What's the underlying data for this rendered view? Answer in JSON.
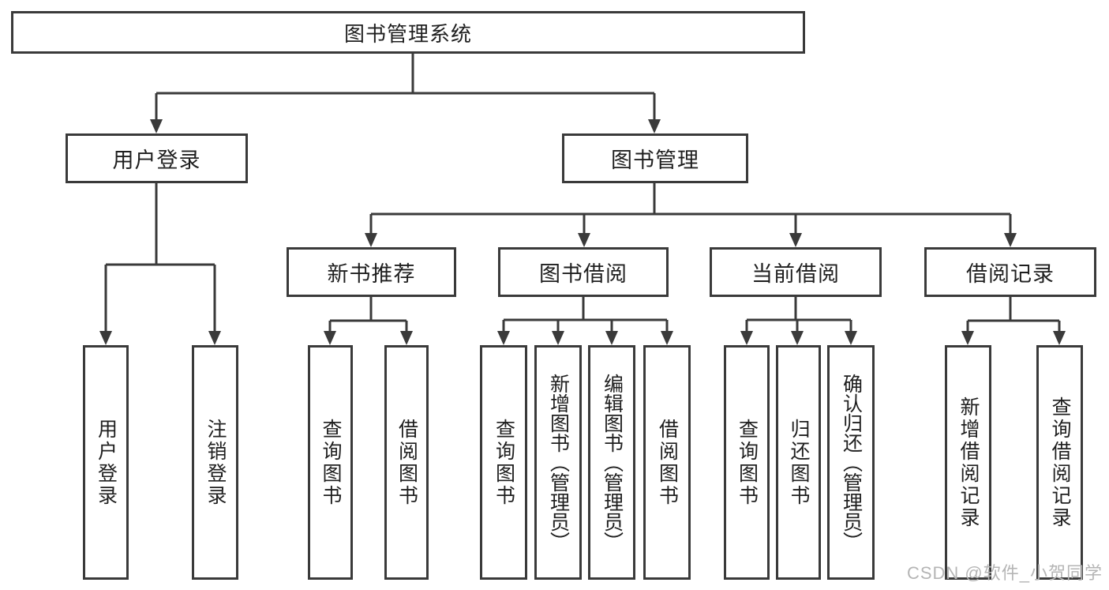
{
  "diagram": {
    "tree": {
      "label": "图书管理系统",
      "children": [
        {
          "label": "用户登录",
          "children": [
            {
              "label": "用户登录"
            },
            {
              "label": "注销登录"
            }
          ]
        },
        {
          "label": "图书管理",
          "children": [
            {
              "label": "新书推荐",
              "children": [
                {
                  "label": "查询图书"
                },
                {
                  "label": "借阅图书"
                }
              ]
            },
            {
              "label": "图书借阅",
              "children": [
                {
                  "label": "查询图书"
                },
                {
                  "label": "新增图书（管理员）"
                },
                {
                  "label": "编辑图书（管理员）"
                },
                {
                  "label": "借阅图书"
                }
              ]
            },
            {
              "label": "当前借阅",
              "children": [
                {
                  "label": "查询图书"
                },
                {
                  "label": "归还图书"
                },
                {
                  "label": "确认归还（管理员）"
                }
              ]
            },
            {
              "label": "借阅记录",
              "children": [
                {
                  "label": "新增借阅记录"
                },
                {
                  "label": "查询借阅记录"
                }
              ]
            }
          ]
        }
      ]
    },
    "colors": {
      "line": "#3a3a3a",
      "text": "#1f1f1f",
      "background": "#ffffff",
      "watermark": "#b5b5b5"
    }
  },
  "watermark": {
    "text": "CSDN @软件_小贺同学"
  }
}
